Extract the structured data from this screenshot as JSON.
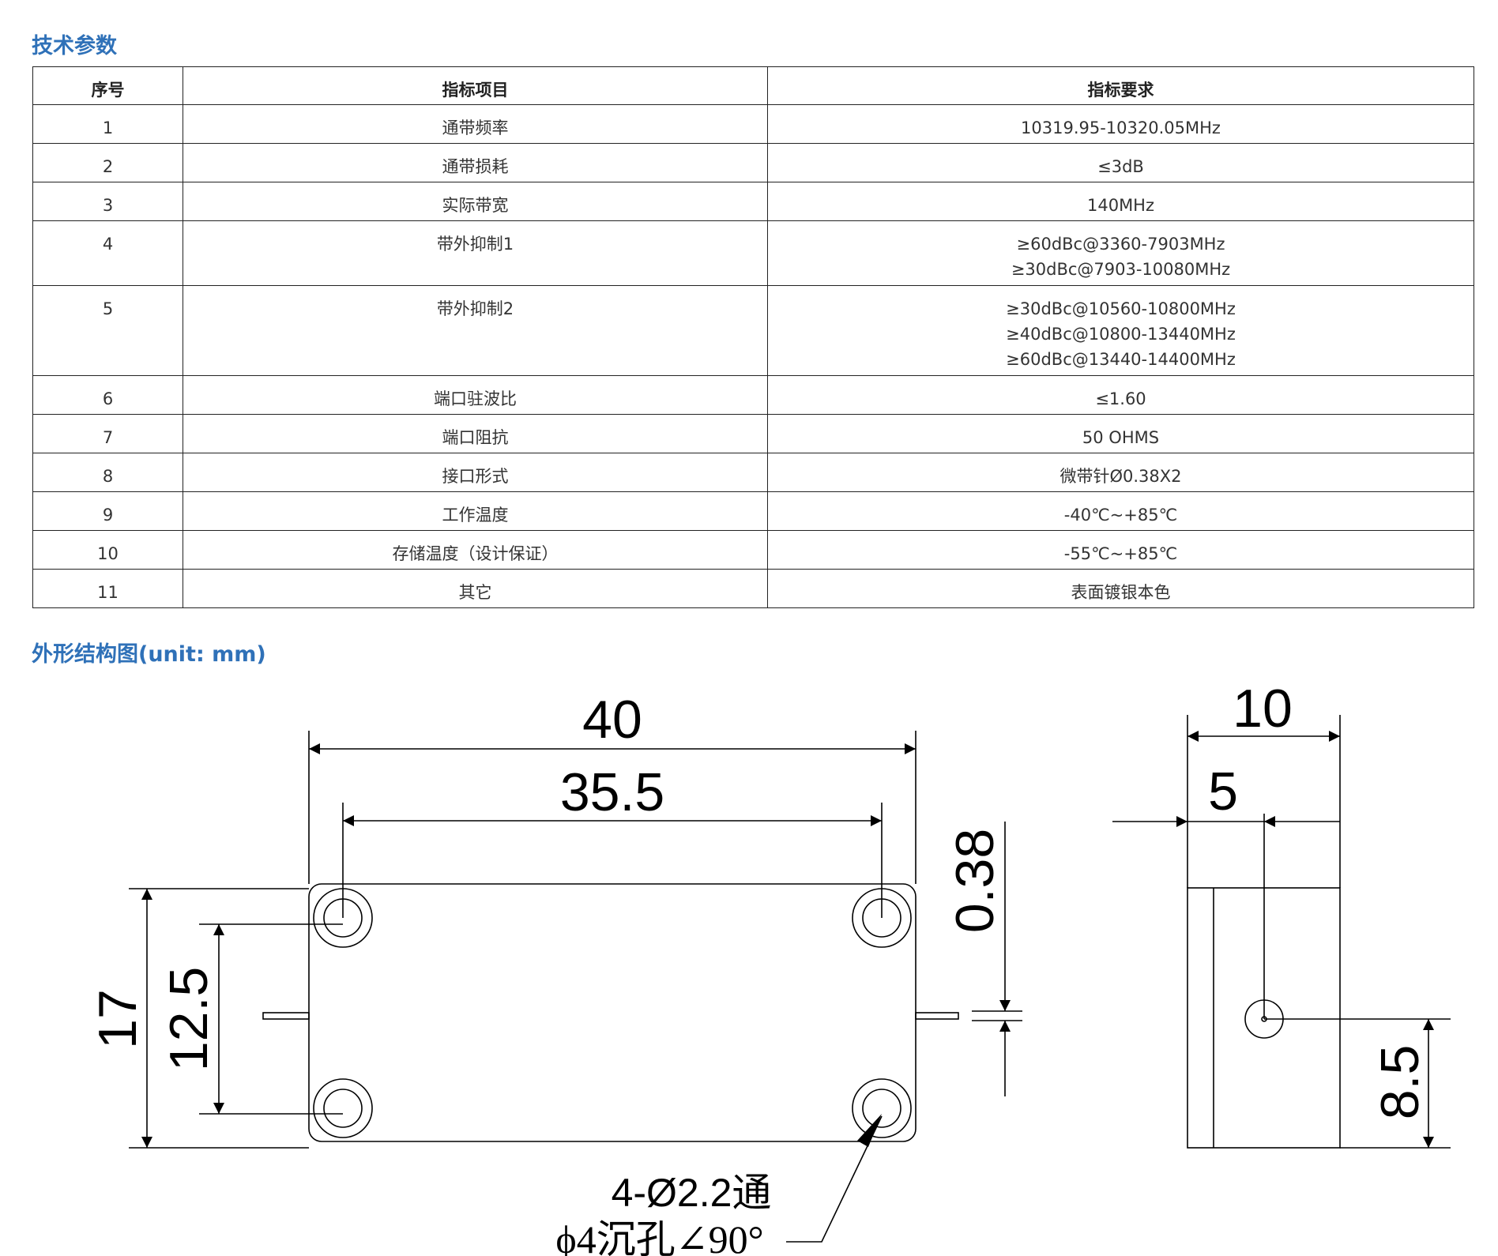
{
  "spec_section": {
    "title": "技术参数",
    "headers": [
      "序号",
      "指标项目",
      "指标要求"
    ],
    "rows": [
      {
        "no": "1",
        "item": "通带频率",
        "req": [
          "10319.95-10320.05MHz"
        ]
      },
      {
        "no": "2",
        "item": "通带损耗",
        "req": [
          "≤3dB"
        ]
      },
      {
        "no": "3",
        "item": "实际带宽",
        "req": [
          "140MHz"
        ]
      },
      {
        "no": "4",
        "item": "带外抑制1",
        "req": [
          "≥60dBc@3360-7903MHz",
          "≥30dBc@7903-10080MHz"
        ]
      },
      {
        "no": "5",
        "item": "带外抑制2",
        "req": [
          "≥30dBc@10560-10800MHz",
          "≥40dBc@10800-13440MHz",
          "≥60dBc@13440-14400MHz"
        ]
      },
      {
        "no": "6",
        "item": "端口驻波比",
        "req": [
          "≤1.60"
        ]
      },
      {
        "no": "7",
        "item": "端口阻抗",
        "req": [
          "50 OHMS"
        ]
      },
      {
        "no": "8",
        "item": "接口形式",
        "req": [
          "微带针Ø0.38X2"
        ]
      },
      {
        "no": "9",
        "item": "工作温度",
        "req": [
          "-40℃~+85℃"
        ]
      },
      {
        "no": "10",
        "item": "存储温度（设计保证）",
        "req": [
          "-55℃~+85℃"
        ]
      },
      {
        "no": "11",
        "item": "其它",
        "req": [
          "表面镀银本色"
        ]
      }
    ]
  },
  "drawing_section": {
    "title": "外形结构图(unit: mm)",
    "dimensions": {
      "overall_length": "40",
      "hole_spacing_x": "35.5",
      "pin_diameter": "0.38",
      "height": "17",
      "hole_spacing_y": "12.5",
      "thickness": "10",
      "pin_offset_x": "5",
      "pin_height": "8.5"
    },
    "hole_note": [
      "4-Ø2.2通",
      "ϕ4沉孔∠90°"
    ]
  }
}
